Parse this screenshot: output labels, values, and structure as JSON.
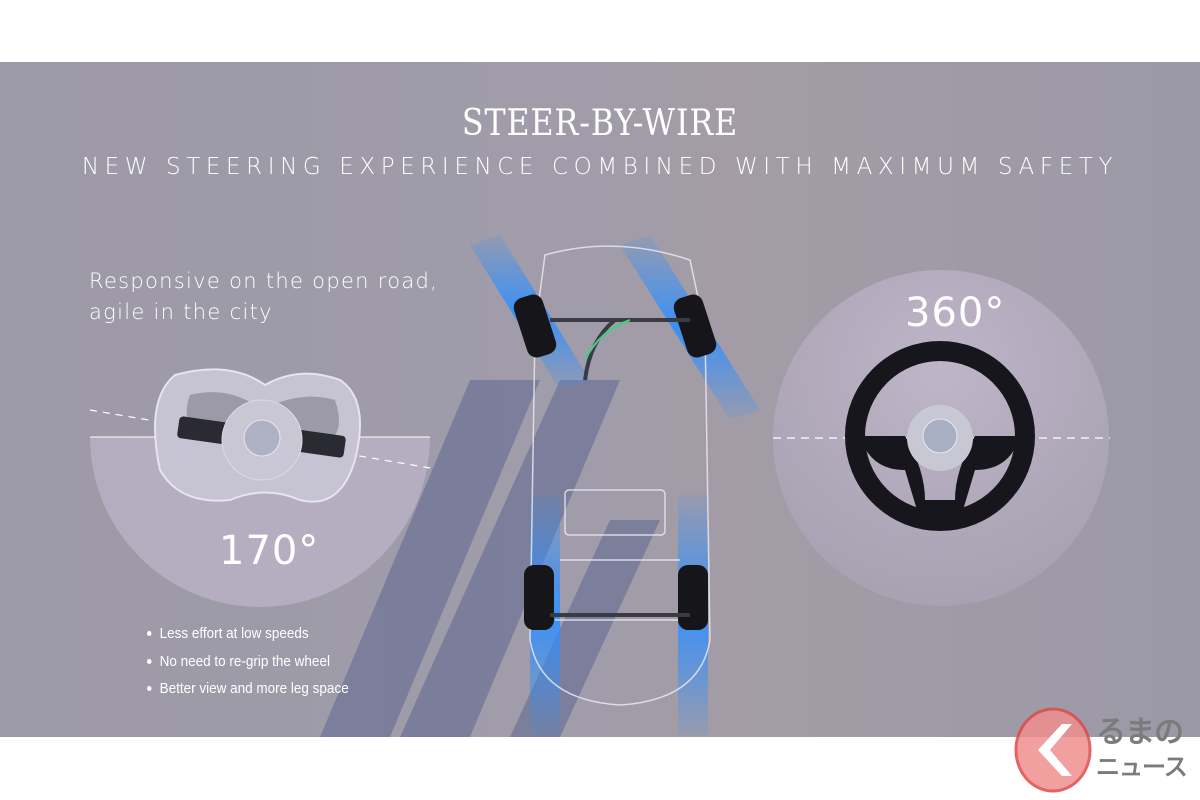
{
  "header": {
    "title": "STEER-BY-WIRE",
    "subtitle": "NEW STEERING EXPERIENCE COMBINED WITH MAXIMUM SAFETY"
  },
  "left": {
    "tagline_line1": "Responsive on the open road,",
    "tagline_line2": "agile in the city",
    "angle": "170°",
    "bullets": [
      "Less effort at low speeds",
      "No need to re-grip the wheel",
      "Better view and more leg space"
    ]
  },
  "right": {
    "angle": "360°"
  },
  "watermark": {
    "line1": "るまの",
    "line2": "ニュース"
  },
  "colors": {
    "background": "#9d9aa8",
    "accent_blue": "#2f8fff",
    "circle": "#b9b1c4"
  }
}
